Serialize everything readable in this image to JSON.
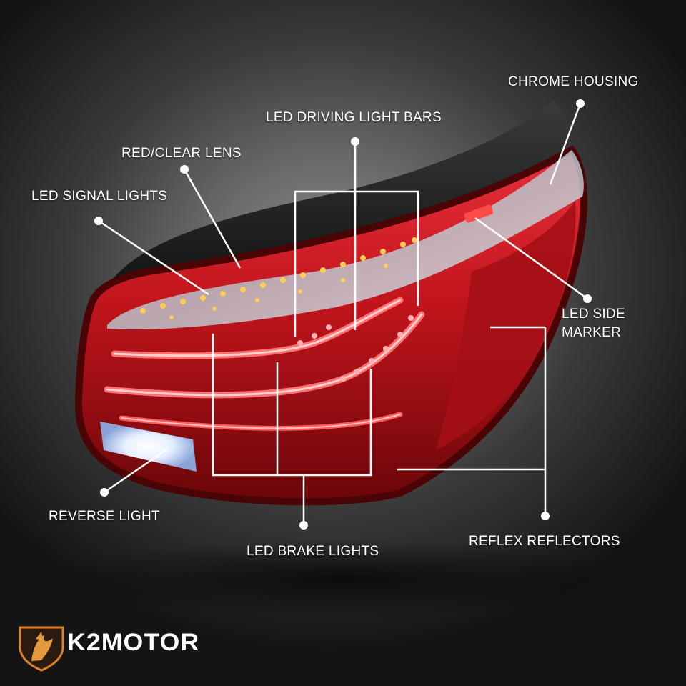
{
  "callouts": {
    "chrome_housing": "CHROME HOUSING",
    "led_driving_light_bars": "LED DRIVING LIGHT BARS",
    "red_clear_lens": "RED/CLEAR LENS",
    "led_signal_lights": "LED SIGNAL LIGHTS",
    "led_side_marker_line1": "LED SIDE",
    "led_side_marker_line2": "MARKER",
    "reverse_light": "REVERSE LIGHT",
    "led_brake_lights": "LED BRAKE LIGHTS",
    "reflex_reflectors": "REFLEX REFLECTORS"
  },
  "brand": {
    "name": "K2MOTOR"
  },
  "colors": {
    "lens_red": "#c0141c",
    "lens_dark_red": "#5a0508",
    "led_amber": "#ffcc55",
    "housing_black": "#1e1e1e",
    "chrome": "#d9dde3",
    "reverse_white": "#f4f8ff",
    "callout_line": "#ffffff",
    "shield_orange": "#d9822b"
  }
}
